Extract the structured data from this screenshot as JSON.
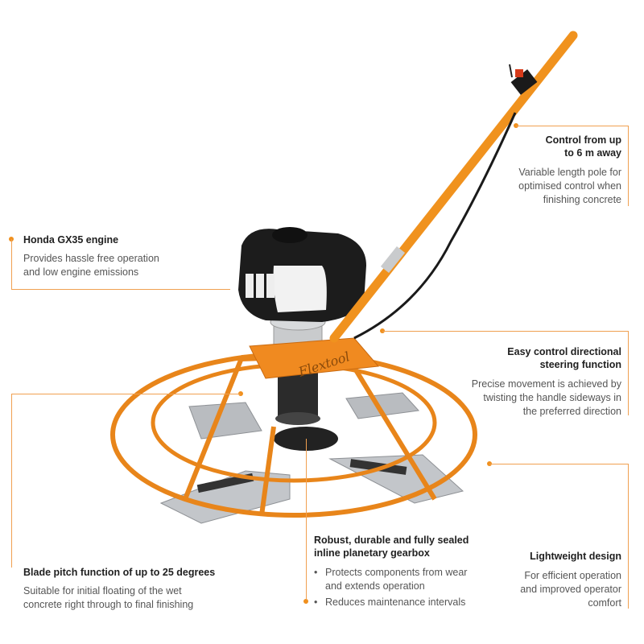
{
  "product": {
    "logo_text": "Flextool"
  },
  "callouts": {
    "control": {
      "title_line1": "Control from up",
      "title_line2": "to 6 m away",
      "desc_line1": "Variable length pole for",
      "desc_line2": "optimised control when",
      "desc_line3": "finishing concrete"
    },
    "engine": {
      "title": "Honda GX35 engine",
      "desc_line1": "Provides hassle free operation",
      "desc_line2": "and low engine emissions"
    },
    "steering": {
      "title_line1": "Easy control directional",
      "title_line2": "steering function",
      "desc_line1": "Precise movement is achieved by",
      "desc_line2": "twisting the handle sideways in",
      "desc_line3": "the preferred direction"
    },
    "blade": {
      "title": "Blade pitch function of up to 25 degrees",
      "desc_line1": "Suitable for initial floating of the wet",
      "desc_line2": "concrete right through to final finishing"
    },
    "gearbox": {
      "title_line1": "Robust, durable and fully sealed",
      "title_line2": "inline planetary gearbox",
      "bullets": [
        {
          "line1": "Protects components from wear",
          "line2": "and extends operation"
        },
        {
          "line1": "Reduces maintenance intervals",
          "line2": ""
        }
      ]
    },
    "lightweight": {
      "title": "Lightweight design",
      "desc_line1": "For efficient operation",
      "desc_line2": "and improved operator",
      "desc_line3": "comfort"
    }
  },
  "colors": {
    "accent": "#f0901e",
    "frame": "#e8851a",
    "engine": "#1c1c1c",
    "blade": "#b9bcc0"
  }
}
